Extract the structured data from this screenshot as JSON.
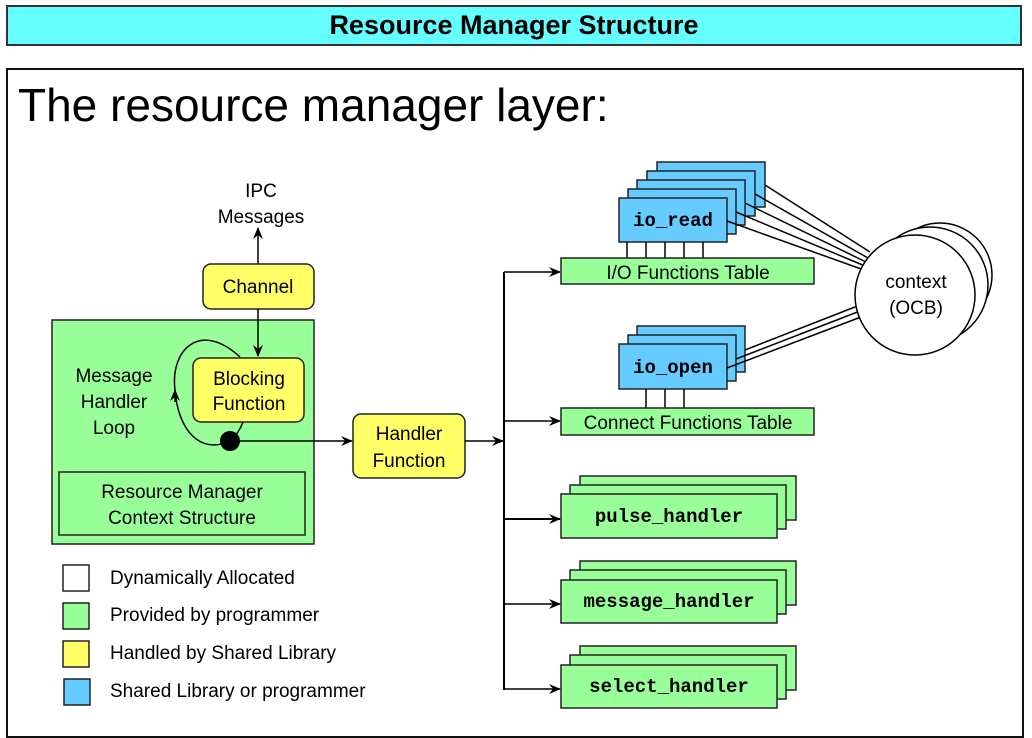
{
  "header": {
    "title": "Resource Manager Structure"
  },
  "slide": {
    "heading": "The resource manager layer:"
  },
  "colors": {
    "title_bg": "#66ffff",
    "programmer_green": "#99ff99",
    "shared_library_yellow": "#ffff66",
    "shared_or_programmer_blue": "#66ccff",
    "dynamic_white": "#ffffff"
  },
  "diagram": {
    "ipc_messages": [
      "IPC",
      "Messages"
    ],
    "channel": "Channel",
    "loop_label": [
      "Message",
      "Handler",
      "Loop"
    ],
    "blocking_function": [
      "Blocking",
      "Function"
    ],
    "context_structure": [
      "Resource Manager",
      "Context Structure"
    ],
    "handler_function": [
      "Handler",
      "Function"
    ],
    "io_read": "io_read",
    "io_functions_table": "I/O Functions Table",
    "io_open": "io_open",
    "connect_functions_table": "Connect Functions Table",
    "pulse_handler": "pulse_handler",
    "message_handler": "message_handler",
    "select_handler": "select_handler",
    "context_ocb": [
      "context",
      "(OCB)"
    ]
  },
  "legend": [
    {
      "label": "Dynamically Allocated",
      "color": "#ffffff"
    },
    {
      "label": "Provided by programmer",
      "color": "#99ff99"
    },
    {
      "label": "Handled by Shared Library",
      "color": "#ffff66"
    },
    {
      "label": "Shared Library or programmer",
      "color": "#66ccff"
    }
  ]
}
